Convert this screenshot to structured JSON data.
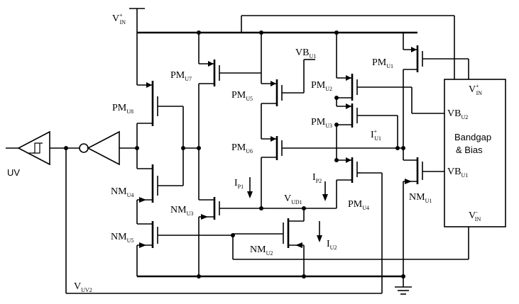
{
  "labels": {
    "vin": {
      "main": "V",
      "sub": "IN",
      "sup": "+"
    },
    "uv": "UV",
    "pm_u8": {
      "main": "PM",
      "sub": "U8"
    },
    "pm_u7": {
      "main": "PM",
      "sub": "U7"
    },
    "pm_u5": {
      "main": "PM",
      "sub": "U5"
    },
    "pm_u6": {
      "main": "PM",
      "sub": "U6"
    },
    "pm_u2": {
      "main": "PM",
      "sub": "U2"
    },
    "pm_u3": {
      "main": "PM",
      "sub": "U3"
    },
    "pm_u1": {
      "main": "PM",
      "sub": "U1"
    },
    "pm_u4": {
      "main": "PM",
      "sub": "U4"
    },
    "nm_u4": {
      "main": "NM",
      "sub": "U4"
    },
    "nm_u3": {
      "main": "NM",
      "sub": "U3"
    },
    "nm_u5": {
      "main": "NM",
      "sub": "U5"
    },
    "nm_u2": {
      "main": "NM",
      "sub": "U2"
    },
    "nm_u1": {
      "main": "NM",
      "sub": "U1"
    },
    "vb_u1": {
      "main": "VB",
      "sub": "U1"
    },
    "vb_u2": {
      "main": "VB",
      "sub": "U2"
    },
    "vb_u1_block": {
      "main": "VB",
      "sub": "U1"
    },
    "i_u1": {
      "main": "I",
      "sub": "U1",
      "sup": "+"
    },
    "i_p1": {
      "main": "I",
      "sub": "P1"
    },
    "i_p2": {
      "main": "I",
      "sub": "P2"
    },
    "i_u2": {
      "main": "I",
      "sub": "U2"
    },
    "v_ud1": {
      "main": "V",
      "sub": "UD1"
    },
    "v_uv2": {
      "main": "V",
      "sub": "UV2"
    },
    "v_in_block_top": {
      "main": "V",
      "sub": "IN",
      "sup": "+"
    },
    "v_in_block_bot": {
      "main": "V",
      "sub": "IN",
      "sup": "-"
    },
    "bandgap_line1": "Bandgap",
    "bandgap_line2": "& Bias"
  }
}
